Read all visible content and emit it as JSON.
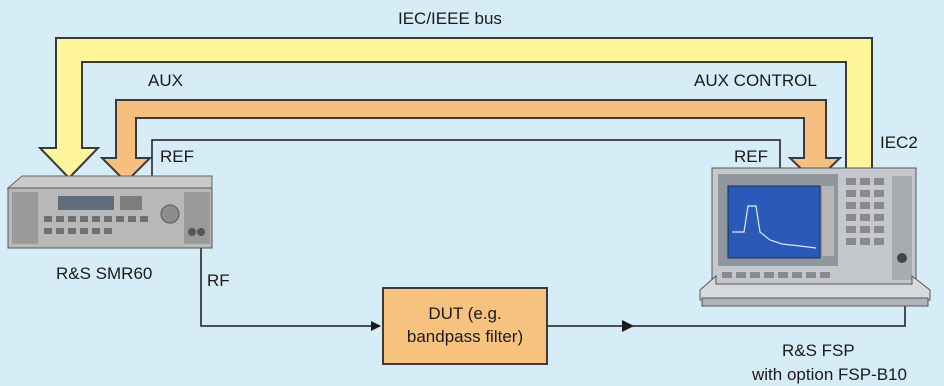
{
  "bus_label": "IEC/IEEE bus",
  "aux_label": "AUX",
  "aux_control_label": "AUX CONTROL",
  "ref_label_left": "REF",
  "ref_label_right": "REF",
  "iec2_label": "IEC2",
  "rf_label": "RF",
  "generator": {
    "name": "R&S SMR60"
  },
  "dut": {
    "line1": "DUT (e.g.",
    "line2": "bandpass filter)"
  },
  "analyzer": {
    "name": "R&S FSP",
    "option": "with option FSP-B10"
  },
  "colors": {
    "background": "#d6ecf6",
    "bus_fill": "#fff59a",
    "aux_fill": "#f5c07f",
    "outline": "#3a3a3a",
    "dut_fill": "#f7c27e"
  }
}
